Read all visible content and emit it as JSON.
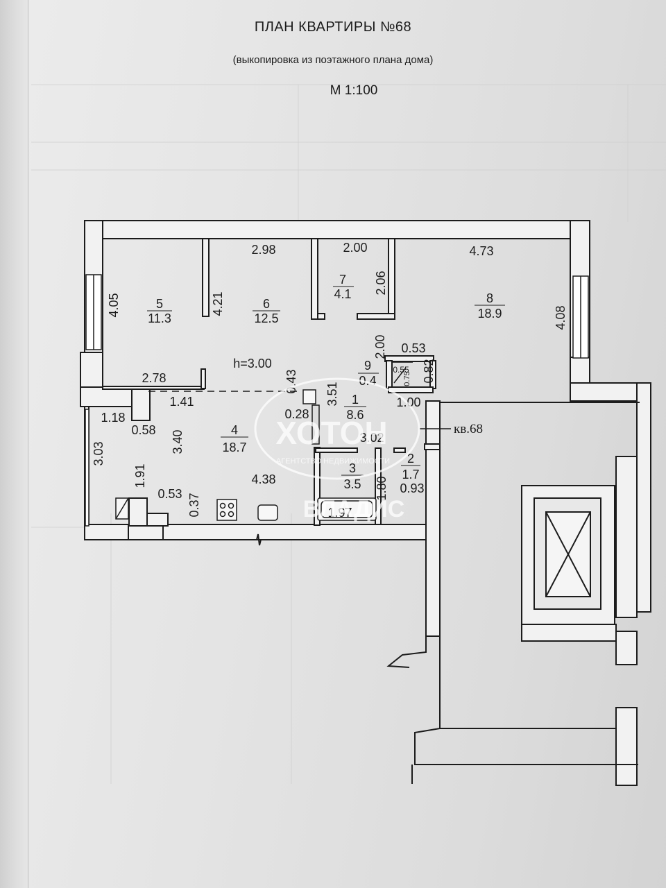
{
  "header": {
    "title": "ПЛАН КВАРТИРЫ №68",
    "subtitle": "(выкопировка из поэтажного плана дома)",
    "scale": "М 1:100"
  },
  "plan": {
    "apartment_label": "кв.68",
    "ceiling_height": "h=3.00",
    "rooms": [
      {
        "number": "1",
        "area": "8.6"
      },
      {
        "number": "2",
        "area": "1.7"
      },
      {
        "number": "3",
        "area": "3.5"
      },
      {
        "number": "4",
        "area": "18.7"
      },
      {
        "number": "5",
        "area": "11.3"
      },
      {
        "number": "6",
        "area": "12.5"
      },
      {
        "number": "7",
        "area": "4.1"
      },
      {
        "number": "8",
        "area": "18.9"
      },
      {
        "number": "9",
        "area": "0.4"
      }
    ],
    "dimensions": {
      "d298": "2.98",
      "d200a": "2.00",
      "d473": "4.73",
      "d405": "4.05",
      "d421": "4.21",
      "d206": "2.06",
      "d408": "4.08",
      "d200b": "2.00",
      "d053a": "0.53",
      "d055": "0.55",
      "d075": "0.75",
      "d082": "0.82",
      "d278": "2.78",
      "d043": "0.43",
      "d351": "3.51",
      "d141": "1.41",
      "d028": "0.28",
      "d100": "1.00",
      "d118": "1.18",
      "d058": "0.58",
      "d340": "3.40",
      "d302": "3.02",
      "d303": "3.03",
      "d191": "1.91",
      "d438": "4.38",
      "d180": "1.80",
      "d093": "0.93",
      "d053b": "0.53",
      "d037": "0.37",
      "d197": "1.97"
    }
  },
  "watermark": {
    "brand": "ХОТОН",
    "tagline": "АГЕНТСТВО НЕДВИЖИМОСТИ",
    "partner": "ВЛАДИС"
  },
  "colors": {
    "ink": "#1c1c1c",
    "wall_fill": "#f2f2f2",
    "paper": "#e6e6e6",
    "watermark": "#ffffff"
  }
}
